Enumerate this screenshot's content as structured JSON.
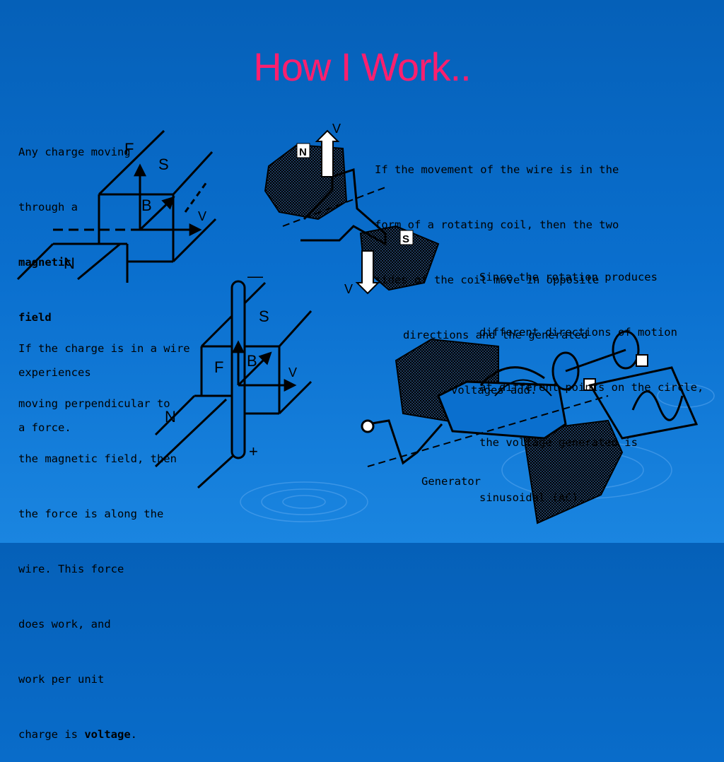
{
  "slide": {
    "title": "How I Work..",
    "background_color": "#0a6fce",
    "title_color": "#ff1f6e"
  },
  "panel1": {
    "line1": "Any charge moving",
    "line2": "through a",
    "bold1": "magnetic",
    "bold2": "field",
    "line3": "experiences",
    "line4": "a force.",
    "labels": {
      "f": "F",
      "s": "S",
      "b": "B",
      "v": "V",
      "n": "N"
    }
  },
  "panel2": {
    "line1": "If the charge is in a wire",
    "line2": "moving perpendicular to",
    "line3": "the magnetic field, then",
    "line4": "the force is along the",
    "line5": "wire. This force",
    "line6": "does work, and",
    "line7": "work per unit",
    "line8_prefix": "charge is ",
    "line8_bold": "voltage",
    "line8_suffix": ".",
    "labels": {
      "minus": "—",
      "plus": "+",
      "s": "S",
      "f": "F",
      "b": "B",
      "v": "V",
      "n": "N"
    }
  },
  "panel3": {
    "line1": "If the movement of the wire is in the",
    "line2": "form of a rotating coil, then the two",
    "line3": "sides of the coil move in opposite",
    "line4": "directions and the generated",
    "line5": "voltages add.",
    "labels": {
      "n": "N",
      "s": "S",
      "v_top": "V",
      "v_bottom": "V"
    }
  },
  "panel4": {
    "line1": "Since the rotation produces",
    "line2": "different directions of motion",
    "line3": "at different points on the circle,",
    "line4": "the voltage generated is",
    "line5": "sinusoidal (AC)."
  },
  "generator": {
    "caption": "Generator"
  }
}
